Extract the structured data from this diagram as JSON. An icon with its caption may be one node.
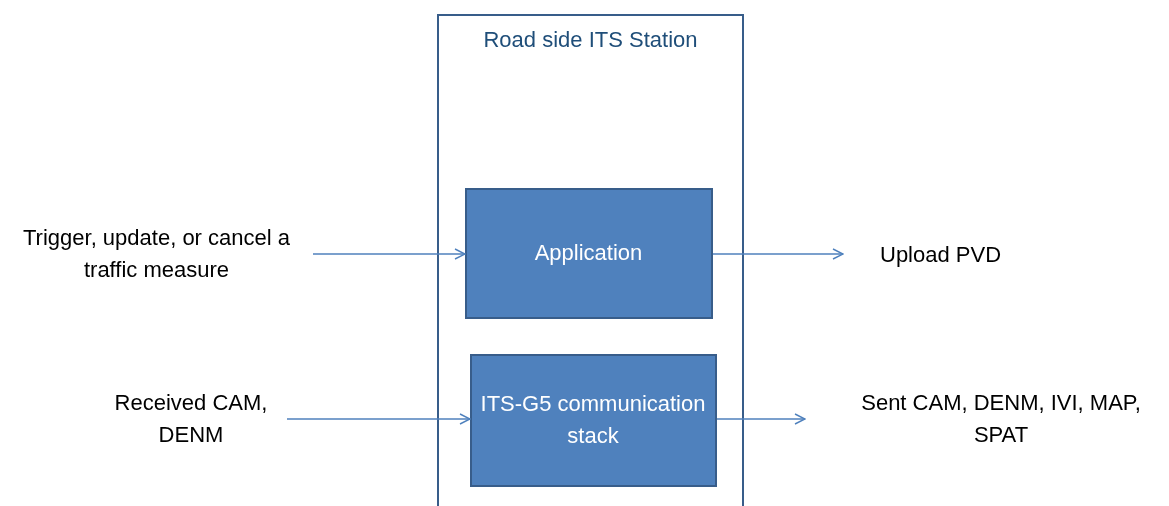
{
  "diagram": {
    "nodes": [
      {
        "text": [
          "Road side ITS Station"
        ]
      },
      {
        "text": [
          "Trigger, update, or cancel a traffic measure"
        ]
      },
      {
        "text": [
          "Application"
        ],
        "in": 0
      },
      {
        "text": [
          "Upload PVD"
        ]
      },
      {
        "text": [
          "Received CAM, DENM"
        ]
      },
      {
        "text": [
          "ITS-G5 communication stack"
        ],
        "in": 0
      },
      {
        "text": [
          "Sent CAM, DENM, IVI, MAP,  SPAT"
        ]
      }
    ],
    "edges": [
      {
        "from": 1,
        "to": 2,
        "arrow": "to"
      },
      {
        "from": 2,
        "to": 3,
        "arrow": "to"
      },
      {
        "from": 4,
        "to": 5,
        "arrow": "to"
      },
      {
        "from": 5,
        "to": 6,
        "arrow": "to"
      }
    ]
  }
}
